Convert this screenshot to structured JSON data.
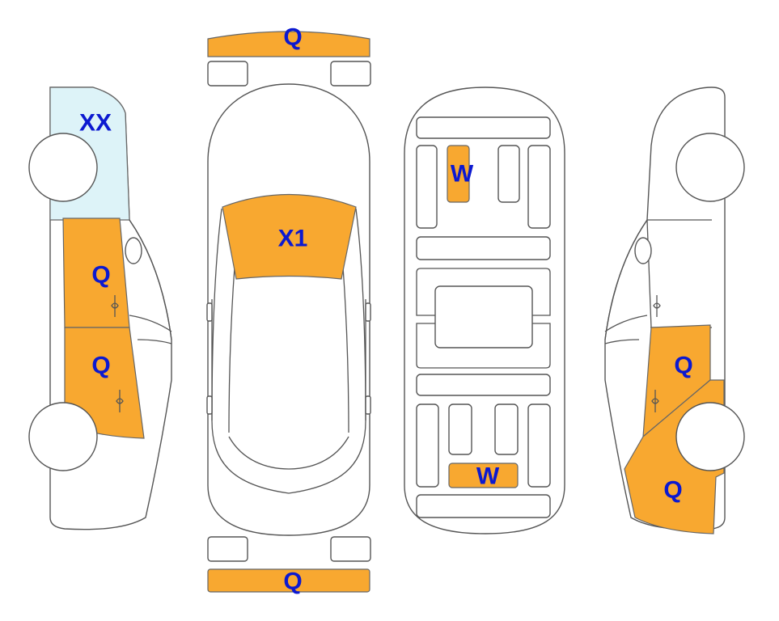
{
  "colors": {
    "damage": "#F8A830",
    "glass": "#DDF3F8",
    "label_text": "#0C19D0",
    "outline": "#555555"
  },
  "labels": {
    "front_bumper": "Q",
    "rear_bumper": "Q",
    "windshield": "X1",
    "underbody_front": "W",
    "underbody_rear": "W",
    "left_window": "XX",
    "left_front_door": "Q",
    "left_rear_door": "Q",
    "right_rear_door": "Q",
    "right_rear_quarter": "Q"
  }
}
